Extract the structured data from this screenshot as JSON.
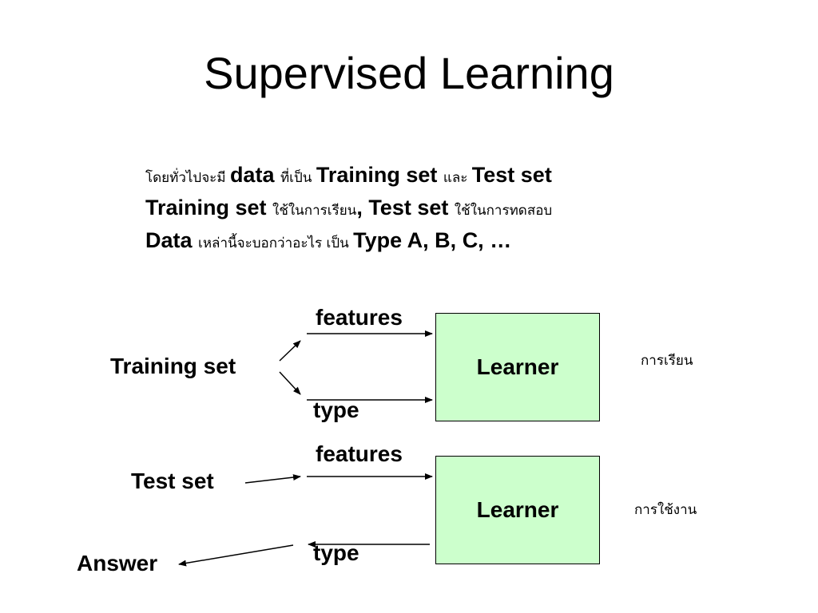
{
  "slide": {
    "title": "Supervised Learning",
    "intro": [
      [
        {
          "text": "โดยทั่วไปจะมี ",
          "thai": true
        },
        {
          "text": "data ",
          "thai": false
        },
        {
          "text": "ที่เป็น ",
          "thai": true
        },
        {
          "text": "Training set ",
          "thai": false
        },
        {
          "text": "และ ",
          "thai": true
        },
        {
          "text": "Test set",
          "thai": false
        }
      ],
      [
        {
          "text": "Training set ",
          "thai": false
        },
        {
          "text": "ใช้ในการเรียน",
          "thai": true
        },
        {
          "text": ", Test set ",
          "thai": false
        },
        {
          "text": "ใช้ในการทดสอบ",
          "thai": true
        }
      ],
      [
        {
          "text": "Data ",
          "thai": false
        },
        {
          "text": "เหล่านี้จะบอกว่าอะไร เป็น ",
          "thai": true
        },
        {
          "text": "Type A, B, C, …",
          "thai": false
        }
      ]
    ]
  },
  "training": {
    "input_label": "Training set",
    "features_label": "features",
    "type_label": "type",
    "learner_label": "Learner",
    "note": "การเรียน"
  },
  "testing": {
    "input_label": "Test set",
    "features_label": "features",
    "type_label": "type",
    "learner_label": "Learner",
    "note": "การใช้งาน",
    "output_label": "Answer"
  }
}
